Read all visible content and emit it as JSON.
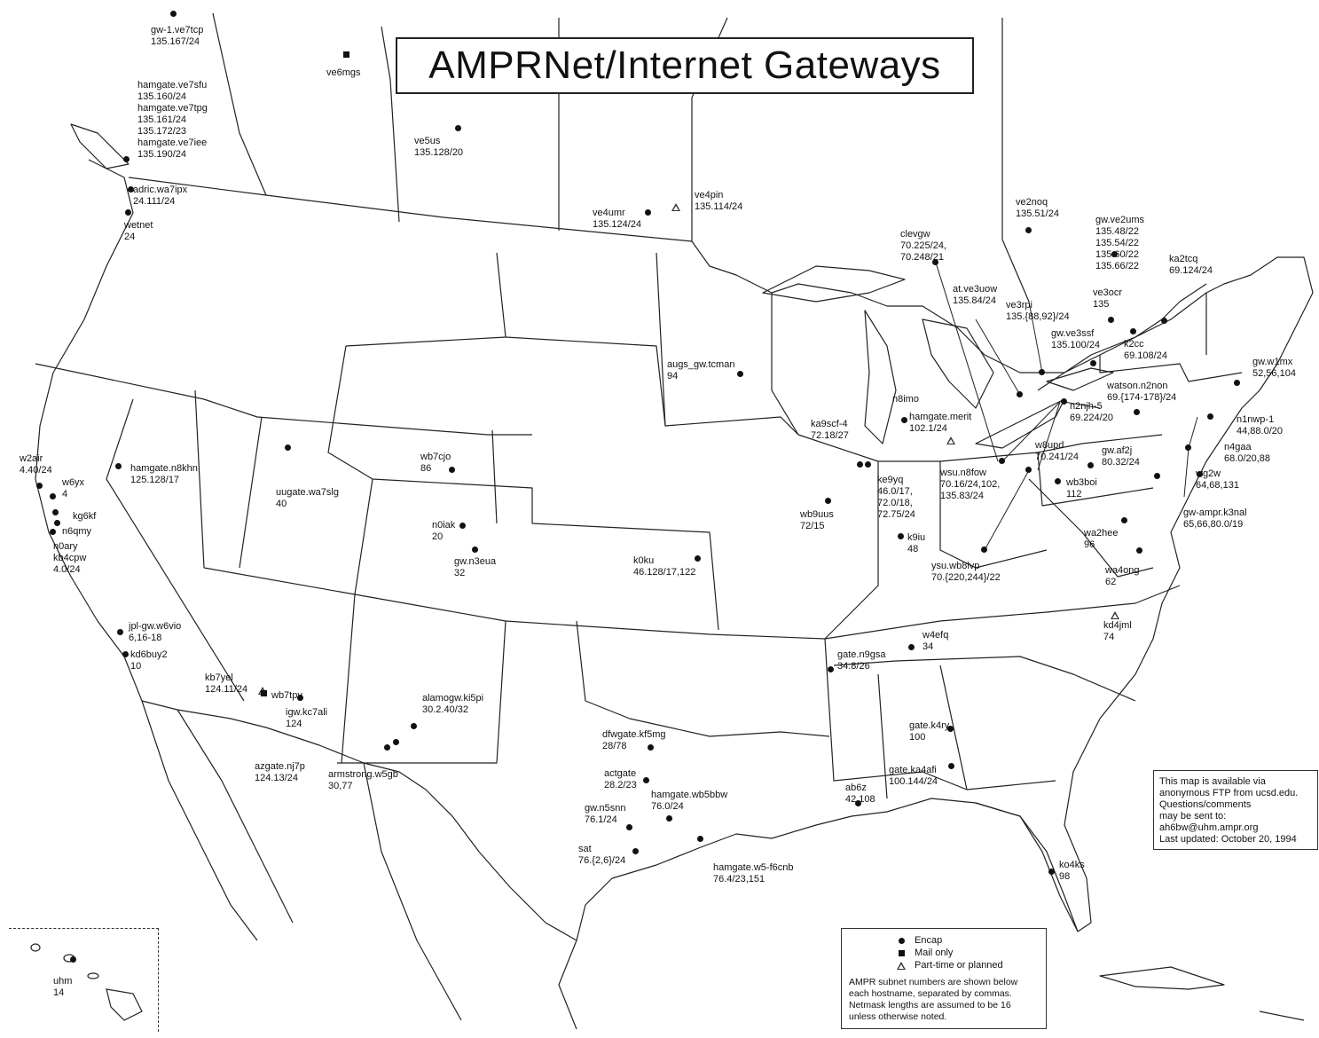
{
  "title": "AMPRNet/Internet Gateways",
  "info_box": {
    "lines": [
      "This map is available via",
      "anonymous FTP from ucsd.edu.",
      "Questions/comments",
      "may be sent to:",
      "ah6bw@uhm.ampr.org",
      "Last updated:  October 20, 1994"
    ]
  },
  "legend": {
    "encap": "Encap",
    "mail_only": "Mail only",
    "planned": "Part-time or planned",
    "note": [
      "AMPR subnet numbers are shown below",
      "each hostname, separated by commas.",
      "Netmask lengths are assumed to be 16",
      "unless otherwise noted."
    ]
  },
  "gateways": [
    {
      "label": "gw-1.ve7tcp\n135.167/24",
      "marker": "encap"
    },
    {
      "label": "ve6mgs",
      "marker": "mail"
    },
    {
      "label": "hamgate.ve7sfu\n135.160/24\nhamgate.ve7tpg\n135.161/24\n135.172/23\nhamgate.ve7iee\n135.190/24",
      "marker": "encap"
    },
    {
      "label": "adric.wa7ipx\n24.111/24",
      "marker": "encap"
    },
    {
      "label": "wetnet\n24",
      "marker": "encap"
    },
    {
      "label": "ve5us\n135.128/20",
      "marker": "encap"
    },
    {
      "label": "ve4umr\n135.124/24",
      "marker": "encap"
    },
    {
      "label": "ve4pin\n135.114/24",
      "marker": "planned"
    },
    {
      "label": "ve2noq\n135.51/24",
      "marker": "encap"
    },
    {
      "label": "gw.ve2ums\n135.48/22\n135.54/22\n135.60/22\n135.66/22",
      "marker": "encap"
    },
    {
      "label": "ka2tcq\n69.124/24",
      "marker": "encap"
    },
    {
      "label": "clevgw\n70.225/24,\n70.248/21",
      "marker": "encap"
    },
    {
      "label": "at.ve3uow\n135.84/24",
      "marker": "encap"
    },
    {
      "label": "ve3rpi\n135.{88,92}/24",
      "marker": "encap"
    },
    {
      "label": "ve3ocr\n135",
      "marker": "encap"
    },
    {
      "label": "gw.ve3ssf\n135.100/24",
      "marker": "encap"
    },
    {
      "label": "k2cc\n69.108/24",
      "marker": "encap"
    },
    {
      "label": "gw.w1mx\n52,56,104",
      "marker": "encap"
    },
    {
      "label": "watson.n2non\n69.{174-178}/24",
      "marker": "encap"
    },
    {
      "label": "n2njh-5\n69.224/20",
      "marker": "encap"
    },
    {
      "label": "n1nwp-1\n44,88.0/20",
      "marker": "encap"
    },
    {
      "label": "n4gaa\n68.0/20,88",
      "marker": "encap"
    },
    {
      "label": "wg2w\n64,68,131",
      "marker": "encap"
    },
    {
      "label": "gw-ampr.k3nal\n65,66,80.0/19",
      "marker": "encap"
    },
    {
      "label": "augs_gw.tcman\n94",
      "marker": "encap"
    },
    {
      "label": "n8imo",
      "marker": "encap"
    },
    {
      "label": "hamgate.merit\n102.1/24",
      "marker": "planned"
    },
    {
      "label": "ka9scf-4\n72.18/27",
      "marker": "encap"
    },
    {
      "label": "w8upd\n70.241/24",
      "marker": "encap"
    },
    {
      "label": "gw.af2j\n80.32/24",
      "marker": "encap"
    },
    {
      "label": "wsu.n8fow\n70.16/24,102,\n135.83/24",
      "marker": "encap"
    },
    {
      "label": "wb3boi\n112",
      "marker": "encap"
    },
    {
      "label": "ke9yq\n46.0/17,\n72.0/18,\n72.75/24",
      "marker": "encap"
    },
    {
      "label": "wb9uus\n72/15",
      "marker": "encap"
    },
    {
      "label": "k9iu\n48",
      "marker": "encap"
    },
    {
      "label": "wa2hee\n96",
      "marker": "encap"
    },
    {
      "label": "ysu.wb8lvp\n70.{220,244}/22",
      "marker": "encap"
    },
    {
      "label": "wa4ong\n62",
      "marker": "encap"
    },
    {
      "label": "kd4jml\n74",
      "marker": "planned"
    },
    {
      "label": "w4efq\n34",
      "marker": "encap"
    },
    {
      "label": "gate.n9gsa\n34.8/26",
      "marker": "encap"
    },
    {
      "label": "w2air\n4.40/24",
      "marker": "encap"
    },
    {
      "label": "w6yx\n4",
      "marker": "encap"
    },
    {
      "label": "kg6kf",
      "marker": "encap"
    },
    {
      "label": "n6qmy",
      "marker": "encap"
    },
    {
      "label": "n0ary\nkb4cpw\n4.0/24",
      "marker": "encap"
    },
    {
      "label": "hamgate.n8khn\n125.128/17",
      "marker": "encap"
    },
    {
      "label": "uugate.wa7slg\n40",
      "marker": "encap"
    },
    {
      "label": "wb7cjo\n86",
      "marker": "encap"
    },
    {
      "label": "n0iak\n20",
      "marker": "encap"
    },
    {
      "label": "gw.n3eua\n32",
      "marker": "encap"
    },
    {
      "label": "k0ku\n46.128/17,122",
      "marker": "encap"
    },
    {
      "label": "jpl-gw.w6vio\n6,16-18",
      "marker": "encap"
    },
    {
      "label": "kd6buy2\n10",
      "marker": "encap"
    },
    {
      "label": "kb7yel\n124.11/24",
      "marker": "planned"
    },
    {
      "label": "wb7tpy",
      "marker": "mail"
    },
    {
      "label": "igw.kc7ali\n124",
      "marker": "encap"
    },
    {
      "label": "alamogw.ki5pi\n30.2.40/32",
      "marker": "encap"
    },
    {
      "label": "azgate.nj7p\n124.13/24",
      "marker": "encap"
    },
    {
      "label": "armstrong.w5gb\n30,77",
      "marker": "encap"
    },
    {
      "label": "dfwgate.kf5mg\n28/78",
      "marker": "encap"
    },
    {
      "label": "actgate\n28.2/23",
      "marker": "encap"
    },
    {
      "label": "hamgate.wb5bbw\n76.0/24",
      "marker": "encap"
    },
    {
      "label": "gw.n5snn\n76.1/24",
      "marker": "encap"
    },
    {
      "label": "sat\n76.{2,6}/24",
      "marker": "encap"
    },
    {
      "label": "hamgate.w5-f6cnb\n76.4/23,151",
      "marker": "encap"
    },
    {
      "label": "gate.k4ry\n100",
      "marker": "encap"
    },
    {
      "label": "gate.ka4afi\n100.144/24",
      "marker": "encap"
    },
    {
      "label": "ab6z\n42,108",
      "marker": "encap"
    },
    {
      "label": "ko4ks\n98",
      "marker": "encap"
    },
    {
      "label": "uhm\n14",
      "marker": "encap"
    }
  ]
}
